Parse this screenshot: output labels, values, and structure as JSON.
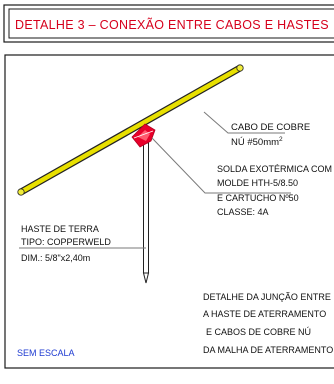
{
  "title_block": {
    "title": "DETALHE 3 – CONEXÃO ENTRE CABOS E HASTES"
  },
  "callouts": {
    "cable": {
      "line1": "CABO DE COBRE",
      "line2_prefix": "NÚ #50mm",
      "line2_sup": "2"
    },
    "weld": {
      "line1": "SOLDA EXOTÉRMICA COM",
      "line2": "MOLDE HTH-5/8.50",
      "line3": "E CARTUCHO Nº50",
      "line4": "CLASSE: 4A"
    },
    "rod": {
      "line1": "HASTE DE TERRA",
      "line2": "TIPO: COPPERWELD",
      "line3": "DIM.: 5/8\"x2,40m"
    }
  },
  "description": {
    "line1": "DETALHE DA JUNÇÃO ENTRE",
    "line2": "A HASTE DE ATERRAMENTO",
    "line3": "E CABOS DE COBRE NÚ",
    "line4": "DA MALHA DE ATERRAMENTO"
  },
  "scale_note": "SEM ESCALA",
  "colors": {
    "border": "#1a1a1a",
    "title_text": "#d6001c",
    "cable_fill": "#e8e000",
    "cable_outline": "#222222",
    "weld": "#e8002a",
    "leader": "#7a7a7a",
    "scale_text": "#1f3bd1"
  }
}
